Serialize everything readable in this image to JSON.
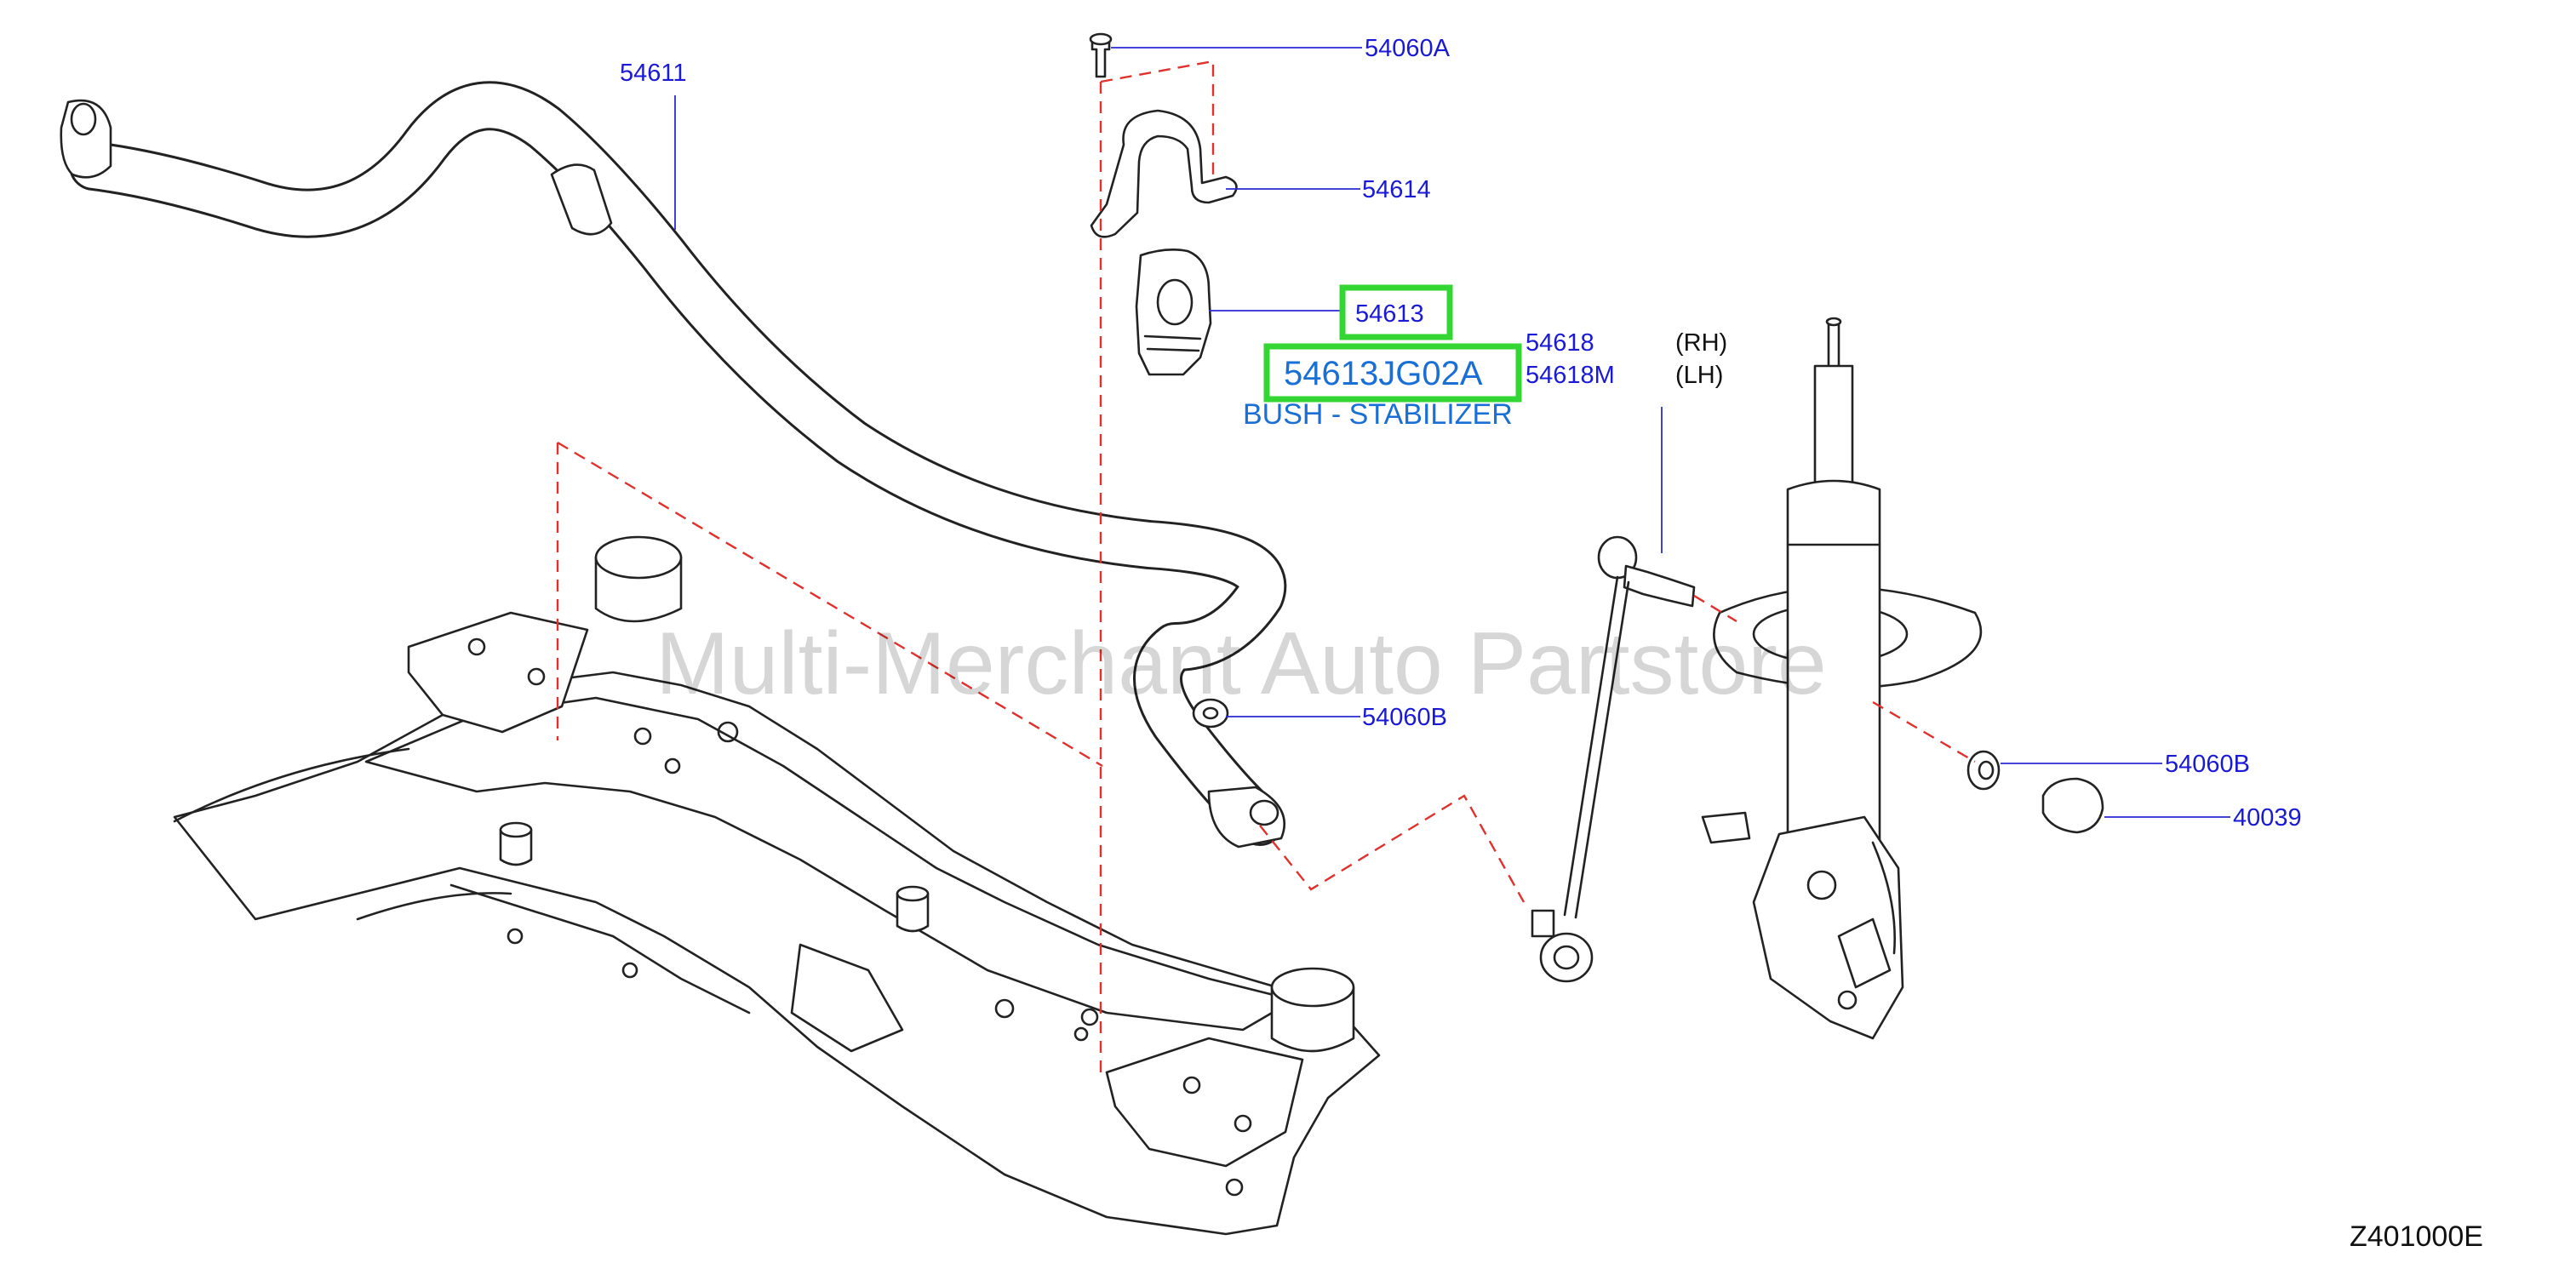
{
  "diagram": {
    "callouts": [
      {
        "id": "stabilizer-bar",
        "text": "54611"
      },
      {
        "id": "bolt",
        "text": "54060A"
      },
      {
        "id": "clamp",
        "text": "54614"
      },
      {
        "id": "bush",
        "text": "54613"
      },
      {
        "id": "link-rh",
        "text": "54618"
      },
      {
        "id": "link-lh",
        "text": "54618M"
      },
      {
        "id": "nut-left",
        "text": "54060B"
      },
      {
        "id": "nut-right",
        "text": "54060B"
      },
      {
        "id": "cap",
        "text": "40039"
      }
    ],
    "side_rh": "(RH)",
    "side_lh": "(LH)",
    "highlight": {
      "part_number": "54613JG02A",
      "description": "BUSH - STABILIZER",
      "box_color": "#33d633",
      "text_color": "#1a6fd6"
    },
    "label_color": "#1a1ad6",
    "dashed_line_color": "#e0312d",
    "watermark": "Multi-Merchant Auto Partstore",
    "diagram_code": "Z401000E"
  }
}
